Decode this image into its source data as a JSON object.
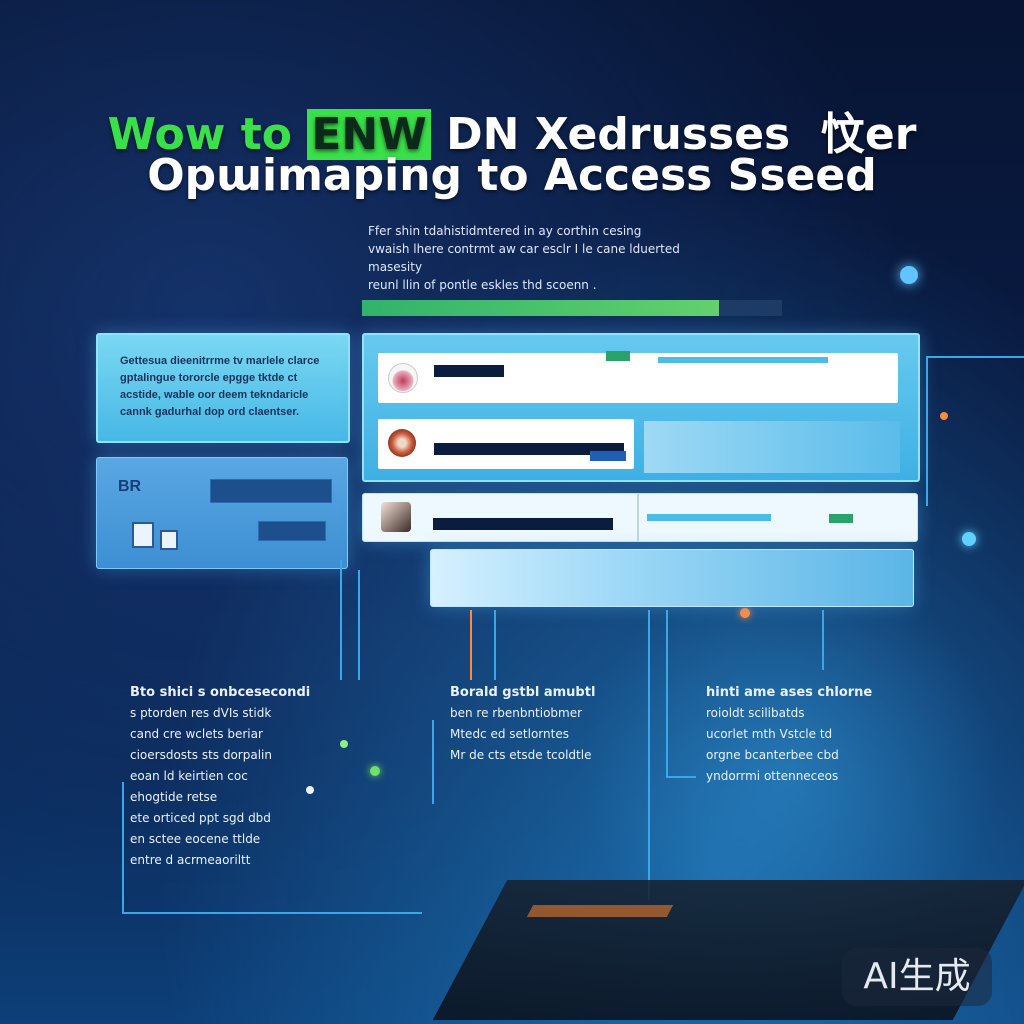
{
  "headline": {
    "line1_green": "Wow to",
    "line1_badge": "ENW",
    "line1_white": "DN Xedrusses  忟er",
    "line2": "Opɯimaping to Access Sseed"
  },
  "intro": {
    "line1": "Ffer shin tdahistidmtered in ay corthin cesing",
    "line2": "vwaish lhere contrmt aw car esclr I le cane lduerted masesity",
    "line3": "reunl llin of  pontle eskles  thd scoenn ."
  },
  "progress": {
    "value": 0.85,
    "fill_color": "#39c26b"
  },
  "info_panel": {
    "lines": [
      "Gettesua dieenitrrme tv marlele clarce",
      "gptalingue tororcle epgge tktde ct",
      "acstide, wable oor deem tekndaricle",
      "cannk gadurhal dop ord claentser."
    ]
  },
  "login_panel": {
    "label": "BR"
  },
  "blocks": [
    {
      "head": "Bto shici  s onbcesecondi",
      "lines": [
        "s ptorden res dVIs stidk",
        "cand cre wclets  beriar",
        "cioersdosts sts dorpalin",
        "eoan  ld keirtien coc",
        "ehogtide retse",
        "ete orticed  ppt sgd dbd",
        "en sctee eocene  ttlde",
        "entre d acrmeaoriltt"
      ]
    },
    {
      "head": "Borald  gstbl amubtl",
      "lines": [
        "ben  re rbenbntiobmer",
        "Mtedc ed setlorntes",
        "Mr de cts etsde tcoldtle"
      ]
    },
    {
      "head": "hinti ame ases chlorne",
      "lines": [
        "roioldt  scilibatds",
        "ucorlet mth Vstcle td",
        "orgne  bcanterbee cbd",
        "yndorrmi ottenneceos"
      ]
    }
  ],
  "watermark": "AI生成",
  "colors": {
    "accent_green": "#39e04a",
    "panel_cyan": "#5ec6ef",
    "background": "#0a1c45"
  }
}
